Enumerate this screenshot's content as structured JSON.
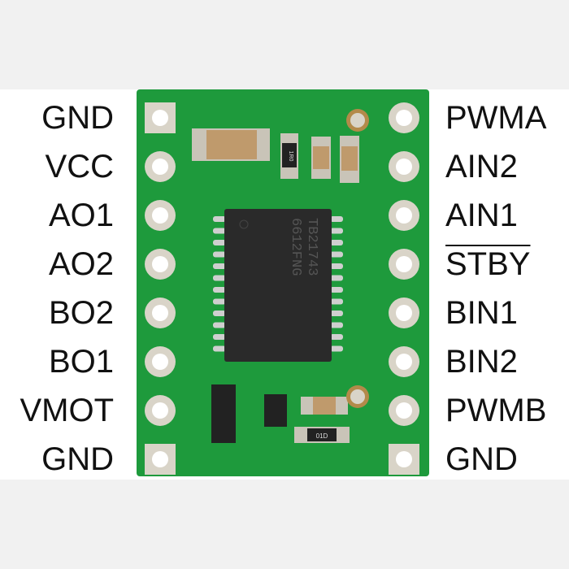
{
  "left_pins": [
    "GND",
    "VCC",
    "AO1",
    "AO2",
    "BO2",
    "BO1",
    "VMOT",
    "GND"
  ],
  "right_pins": [
    "PWMA",
    "AIN2",
    "AIN1",
    "STBY",
    "BIN1",
    "BIN2",
    "PWMB",
    "GND"
  ],
  "chip_marking": [
    "TB21743",
    "6612FNG"
  ],
  "resistor_marks": [
    "1R0",
    "01D"
  ],
  "colors": {
    "pcb": "#1e9a3c",
    "pad": "#d9d4c8",
    "chip": "#2a2a2a",
    "background": "#f1f1f1"
  }
}
